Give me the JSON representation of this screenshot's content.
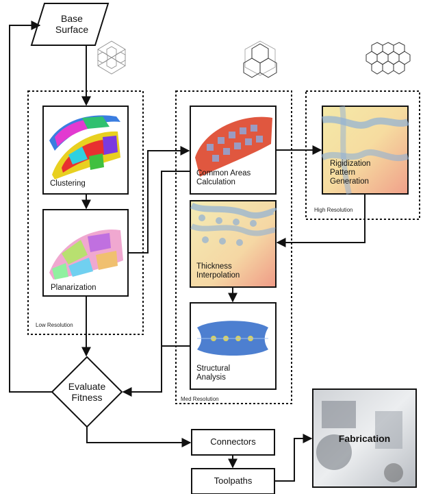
{
  "nodes": {
    "base_surface": {
      "line1": "Base",
      "line2": "Surface"
    },
    "clustering": "Clustering",
    "planarization": "Planarization",
    "common_areas": {
      "line1": "Common Areas",
      "line2": "Calculation"
    },
    "rigidization": {
      "line1": "Rigidization",
      "line2": "Pattern",
      "line3": "Generation"
    },
    "thickness": {
      "line1": "Thickness",
      "line2": "Interpolation"
    },
    "structural": {
      "line1": "Structural",
      "line2": "Analysis"
    },
    "evaluate": {
      "line1": "Evaluate",
      "line2": "Fitness"
    },
    "connectors": "Connectors",
    "toolpaths": "Toolpaths",
    "fabrication": "Fabrication"
  },
  "groups": {
    "low": "Low Resolution",
    "med": "Med Resolution",
    "high": "High Resolution"
  },
  "icons": [
    "hex-mesh-fine-icon",
    "hex-mesh-medium-icon",
    "hex-mesh-coarse-icon"
  ],
  "colors": {
    "line": "#111111",
    "surface_red": "#e0573f",
    "field_yellow": "#f5eeb0",
    "field_blue": "#8fb0d6"
  }
}
